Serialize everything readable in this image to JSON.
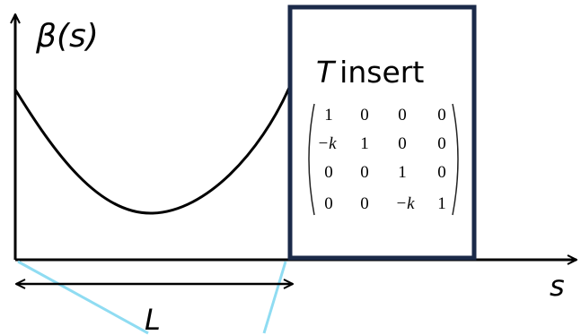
{
  "axis": {
    "y_label": "β(s)",
    "x_label": "s"
  },
  "length": {
    "label": "L"
  },
  "insert": {
    "title_symbol": "T",
    "title_text": "insert",
    "matrix": [
      [
        "1",
        "0",
        "0",
        "0"
      ],
      [
        "−k",
        "1",
        "0",
        "0"
      ],
      [
        "0",
        "0",
        "1",
        "0"
      ],
      [
        "0",
        "0",
        "−k",
        "1"
      ]
    ]
  },
  "colors": {
    "ink": "#000000",
    "box_border": "#1b2a49",
    "aux_line": "#8fdcf2"
  }
}
